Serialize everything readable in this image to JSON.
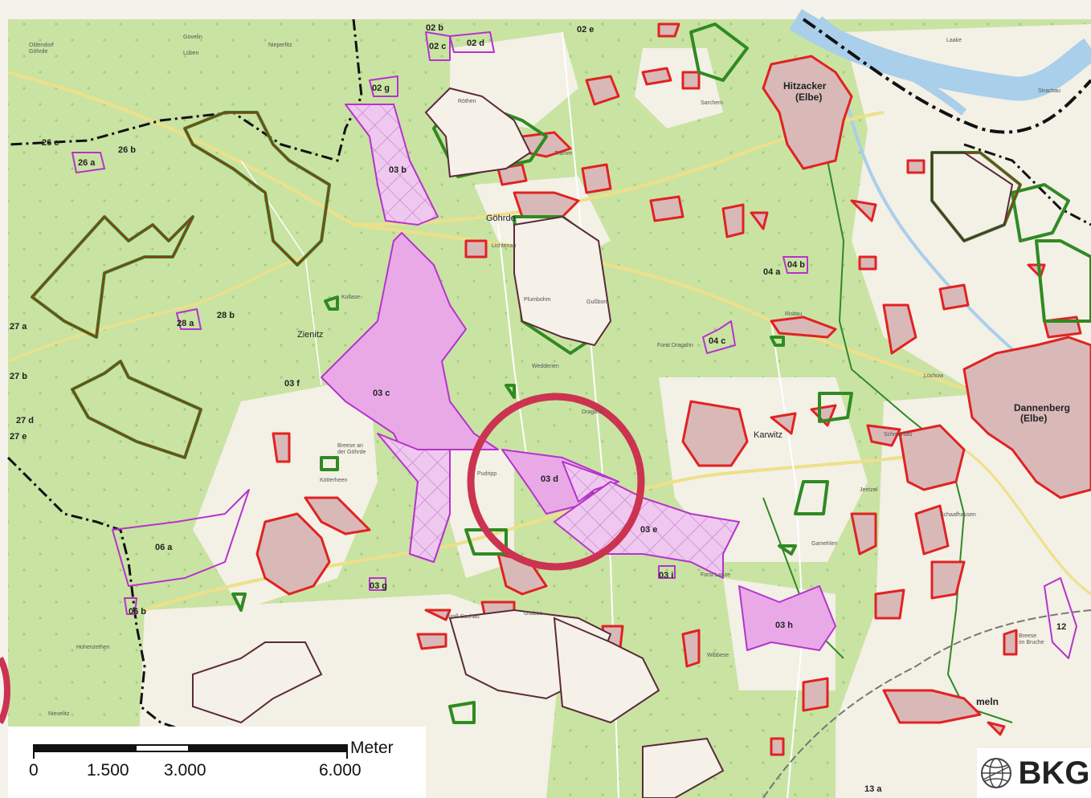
{
  "colors": {
    "forest": "#c9e3a3",
    "pink": "#e9a9e7",
    "purple": "#b633cc",
    "red": "#e12222",
    "green": "#2f8a22",
    "brown": "#9a5022",
    "circle": "#cc3350",
    "river": "#a9cfea"
  },
  "parcels": [
    "02 b",
    "02 c",
    "02 d",
    "02 e",
    "02 g",
    "03 b",
    "03 c",
    "03 d",
    "03 e",
    "03 f",
    "03 g",
    "03 h",
    "03 i",
    "04 a",
    "04 b",
    "04 c",
    "06 a",
    "06 b",
    "12",
    "13 a",
    "26 a",
    "26 b",
    "26 c",
    "27 a",
    "27 b",
    "27 d",
    "27 e",
    "28 a",
    "28 b"
  ],
  "towns": {
    "hitzacker": "Hitzacker\n(Elbe)",
    "dannenberg": "Dannenberg\n(Elbe)",
    "gohrde": "Göhrde",
    "zienitz": "Zienitz",
    "karwitz": "Karwitz",
    "meln": "meln"
  },
  "small_places": [
    "Oldendorf\nGöhrde",
    "Govelin",
    "Lüben",
    "Nieperfitz",
    "Breese an\nder Göhrde",
    "Kötterheen",
    "Wedderien",
    "Pudripp",
    "Lüchow",
    "Laake",
    "Strachau",
    "Schaafhausen",
    "Riskau",
    "Kollase",
    "Dragahn",
    "Gamehlen",
    "Breese\nim Bruche",
    "Hohenzethen",
    "Sarchem",
    "Lichtenau",
    "Röthen",
    "Tramm",
    "Plumbohm",
    "Forst Dragahn",
    "Forst Lanze",
    "Schmarsau",
    "Jeetzel",
    "Wibbese",
    "Nievelitz",
    "Groß Sachau",
    "Grabau",
    "Gußborn"
  ],
  "scale": {
    "unit": "Meter",
    "ticks": [
      "0",
      "1.500",
      "3.000",
      "6.000"
    ]
  },
  "logo": {
    "text": "BKG",
    "icon": "globe-icon"
  },
  "highlight": {
    "parcel": "03 d",
    "shape": "circle"
  }
}
